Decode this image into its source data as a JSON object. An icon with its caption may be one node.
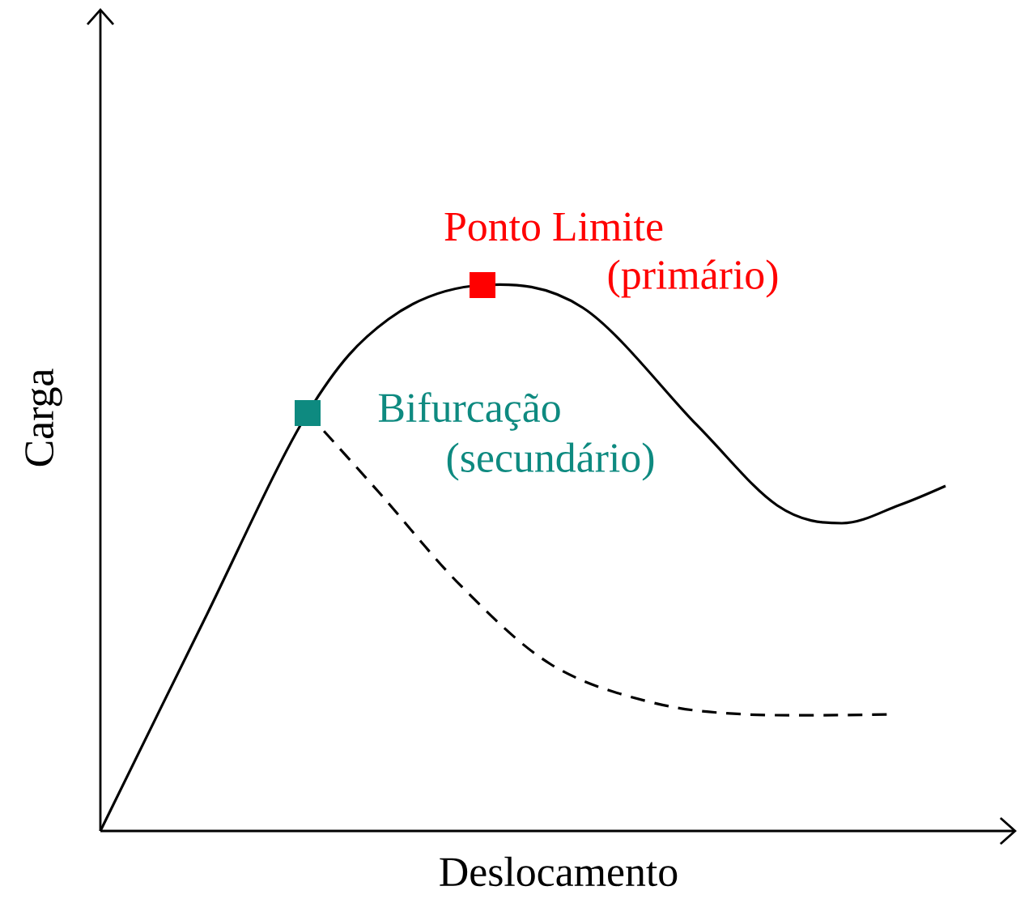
{
  "diagram": {
    "labels": [
      "Ponto Limite",
      "(primário)",
      "Bifurcação",
      "(secundário)",
      "Carga",
      "Deslocamento"
    ]
  }
}
